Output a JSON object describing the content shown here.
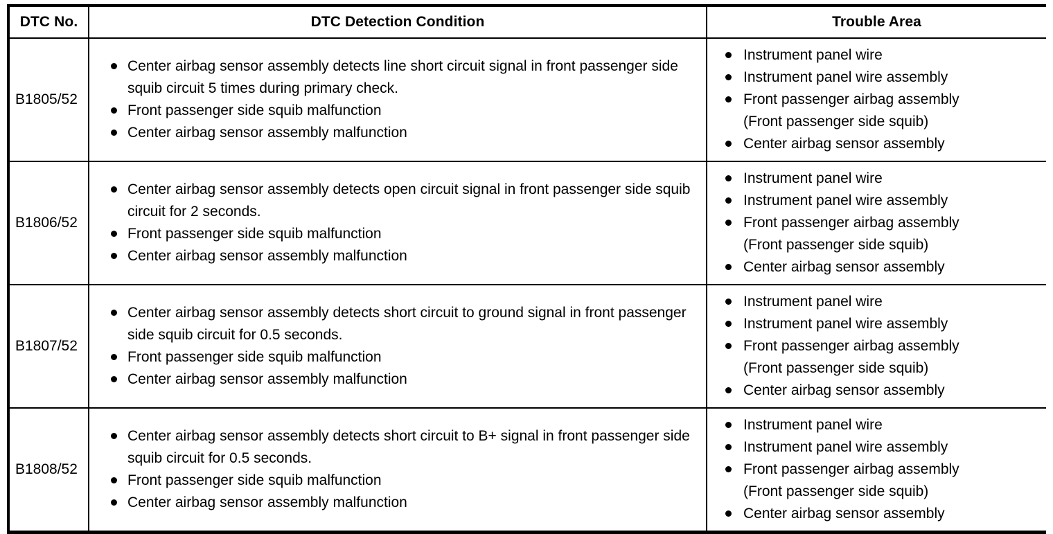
{
  "table": {
    "headers": {
      "dtc_no": "DTC No.",
      "detection_condition": "DTC Detection Condition",
      "trouble_area": "Trouble Area"
    },
    "rows": [
      {
        "dtc_no": "B1805/52",
        "conditions": [
          "Center airbag sensor assembly detects line short circuit signal in front passenger side squib circuit 5 times during primary check.",
          "Front passenger side squib malfunction",
          "Center airbag sensor assembly malfunction"
        ],
        "trouble_areas": [
          "Instrument panel wire",
          "Instrument panel wire assembly",
          "Front passenger airbag assembly\n(Front passenger side squib)",
          "Center airbag sensor assembly"
        ]
      },
      {
        "dtc_no": "B1806/52",
        "conditions": [
          "Center airbag sensor assembly detects open circuit signal in front passenger side squib circuit for 2 seconds.",
          "Front passenger side squib malfunction",
          "Center airbag sensor assembly malfunction"
        ],
        "trouble_areas": [
          "Instrument panel wire",
          "Instrument panel wire assembly",
          "Front passenger airbag assembly\n(Front passenger side squib)",
          "Center airbag sensor assembly"
        ]
      },
      {
        "dtc_no": "B1807/52",
        "conditions": [
          "Center airbag sensor assembly detects short circuit to ground signal in front passenger side squib circuit for 0.5 seconds.",
          "Front passenger side squib malfunction",
          "Center airbag sensor assembly malfunction"
        ],
        "trouble_areas": [
          "Instrument panel wire",
          "Instrument panel wire assembly",
          "Front passenger airbag assembly\n(Front passenger side squib)",
          "Center airbag sensor assembly"
        ]
      },
      {
        "dtc_no": "B1808/52",
        "conditions": [
          "Center airbag sensor assembly detects short circuit to B+ signal in front passenger side squib circuit for 0.5 seconds.",
          "Front passenger side squib malfunction",
          "Center airbag sensor assembly malfunction"
        ],
        "trouble_areas": [
          "Instrument panel wire",
          "Instrument panel wire assembly",
          "Front passenger airbag assembly\n(Front passenger side squib)",
          "Center airbag sensor assembly"
        ]
      }
    ]
  },
  "colors": {
    "border": "#000000",
    "text": "#000000",
    "background": "#ffffff"
  }
}
